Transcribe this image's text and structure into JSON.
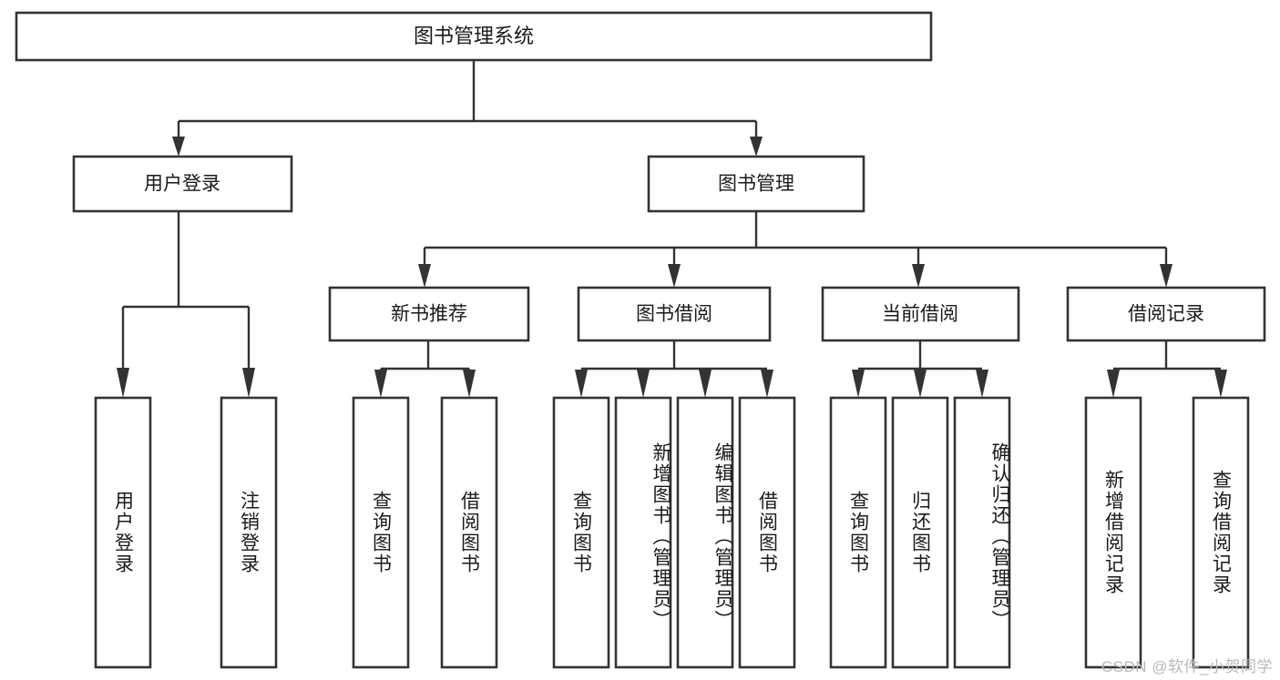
{
  "diagram": {
    "title": "图书管理系统",
    "type": "tree-hierarchy",
    "watermark": "CSDN @软件_小贺同学",
    "root": {
      "id": "root",
      "label": "图书管理系统"
    },
    "level2": [
      {
        "id": "user-login",
        "label": "用户登录"
      },
      {
        "id": "book-manage",
        "label": "图书管理"
      }
    ],
    "level3": [
      {
        "id": "new-book-recommend",
        "label": "新书推荐",
        "parent": "book-manage"
      },
      {
        "id": "book-borrow",
        "label": "图书借阅",
        "parent": "book-manage"
      },
      {
        "id": "current-borrow",
        "label": "当前借阅",
        "parent": "book-manage"
      },
      {
        "id": "borrow-record",
        "label": "借阅记录",
        "parent": "book-manage"
      }
    ],
    "leaves": [
      {
        "id": "leaf-user-login",
        "label": "用户登录",
        "parent": "user-login"
      },
      {
        "id": "leaf-logout-login",
        "label": "注销登录",
        "parent": "user-login"
      },
      {
        "id": "leaf-query-book-1",
        "label": "查询图书",
        "parent": "new-book-recommend"
      },
      {
        "id": "leaf-borrow-book-1",
        "label": "借阅图书",
        "parent": "new-book-recommend"
      },
      {
        "id": "leaf-query-book-2",
        "label": "查询图书",
        "parent": "book-borrow"
      },
      {
        "id": "leaf-add-book",
        "label": "新增图书（管理员）",
        "parent": "book-borrow"
      },
      {
        "id": "leaf-edit-book",
        "label": "编辑图书（管理员）",
        "parent": "book-borrow"
      },
      {
        "id": "leaf-borrow-book-2",
        "label": "借阅图书",
        "parent": "book-borrow"
      },
      {
        "id": "leaf-query-book-3",
        "label": "查询图书",
        "parent": "current-borrow"
      },
      {
        "id": "leaf-return-book",
        "label": "归还图书",
        "parent": "current-borrow"
      },
      {
        "id": "leaf-confirm-return",
        "label": "确认归还（管理员）",
        "parent": "current-borrow"
      },
      {
        "id": "leaf-add-record",
        "label": "新增借阅记录",
        "parent": "borrow-record"
      },
      {
        "id": "leaf-query-record",
        "label": "查询借阅记录",
        "parent": "borrow-record"
      }
    ],
    "colors": {
      "stroke": "#333333",
      "fill": "#ffffff",
      "text": "#1a1a1a",
      "watermark": "#b9b9b9"
    }
  }
}
